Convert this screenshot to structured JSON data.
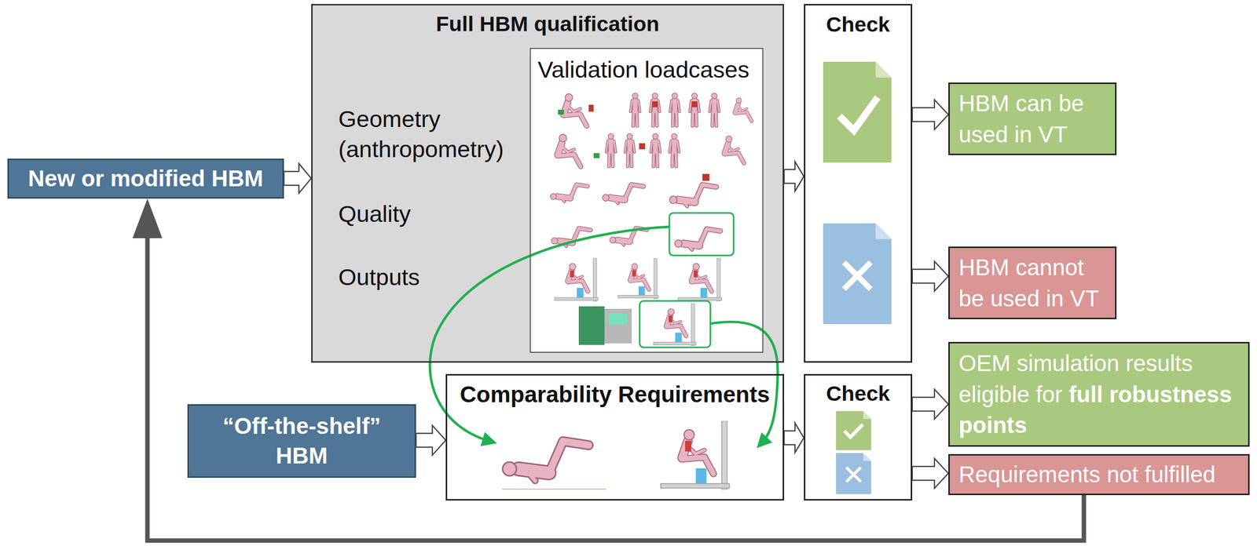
{
  "diagram": {
    "nodes": [
      {
        "text": [
          "New or modified HBM"
        ]
      },
      {
        "text": [
          "Full HBM qualification",
          "Geometry (anthropometry)",
          "Quality",
          "Outputs"
        ]
      },
      {
        "text": [
          "Validation loadcases"
        ],
        "in": 1
      },
      {
        "text": [
          "Check"
        ]
      },
      {
        "text": [
          "HBM can be used in VT"
        ]
      },
      {
        "text": [
          "HBM cannot be used in VT"
        ]
      },
      {
        "text": [
          "“Off-the-shelf” HBM"
        ]
      },
      {
        "text": [
          "Comparability Requirements"
        ]
      },
      {
        "text": [
          "Check"
        ]
      },
      {
        "text": [
          "OEM simulation results eligible for",
          "full robustness points"
        ]
      },
      {
        "text": [
          "Requirements not fulfilled"
        ]
      }
    ],
    "edges": [
      {
        "from": 0,
        "to": 1,
        "arrow": "to"
      },
      {
        "from": 1,
        "to": 3,
        "arrow": "to"
      },
      {
        "from": 3,
        "to": 4,
        "arrow": "to"
      },
      {
        "from": 3,
        "to": 5,
        "arrow": "to"
      },
      {
        "from": 6,
        "to": 7,
        "arrow": "to"
      },
      {
        "from": 7,
        "to": 8,
        "arrow": "to"
      },
      {
        "from": 8,
        "to": 9,
        "arrow": "to"
      },
      {
        "from": 8,
        "to": 10,
        "arrow": "to"
      },
      {
        "from": 10,
        "to": 0,
        "arrow": "to"
      }
    ]
  }
}
